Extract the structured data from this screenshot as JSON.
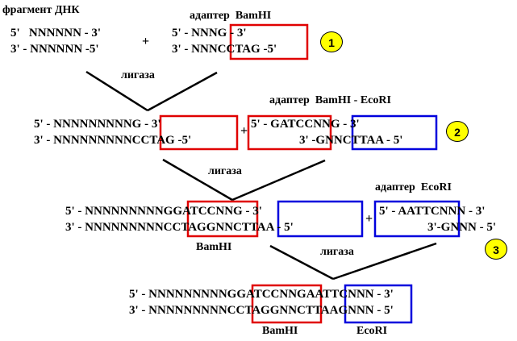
{
  "labels": {
    "fragment": "фрагмент ДНК",
    "adapter_bamhi": "адаптер  BamHI",
    "ligase_1": "лигаза",
    "adapter_bamhi_ecori": "адаптер  BamHI - EcoRI",
    "ligase_2": "лигаза",
    "adapter_ecori": "адаптер  EcoRI",
    "ligase_3": "лигаза",
    "bamhi_1": "BamHI",
    "bamhi_2": "BamHI",
    "ecori_1": "EcoRI"
  },
  "plus": "+",
  "step1": {
    "frag_top": "5'   NNNNNN - 3'",
    "frag_bot": "3' - NNNNNN -5'",
    "adapter_top": "5' - NNNG - 3'",
    "adapter_bot": "3' - NNNCCTAG -5'"
  },
  "step2": {
    "top_left": "5' - NNNNNNNNNG - 3'",
    "bot_left": "3' - NNNNNNNNNCCTAG -5'",
    "adapter_top": "5' - GATCCNNG - 3'",
    "adapter_bot": "3' -GNNCTTAA - 5'"
  },
  "step3": {
    "top_left": "5' - NNNNNNNNNGGATCCNNG - 3'",
    "bot_left": "3' - NNNNNNNNNCCTAGGNNCTTAA - 5'",
    "adapter_top": "5' - AATTCNNN - 3'",
    "adapter_bot": "3'-GNNN - 5'"
  },
  "step4": {
    "top": "5' - NNNNNNNNNGGATCCNNGAATTCNNN - 3'",
    "bot": "3' - NNNNNNNNNCCTAGGNNCTTAAGNNN - 5'"
  },
  "badges": [
    "1",
    "2",
    "3"
  ],
  "colors": {
    "red_box": "#e00000",
    "blue_box": "#0000dd",
    "badge_fill": "#ffff00"
  }
}
